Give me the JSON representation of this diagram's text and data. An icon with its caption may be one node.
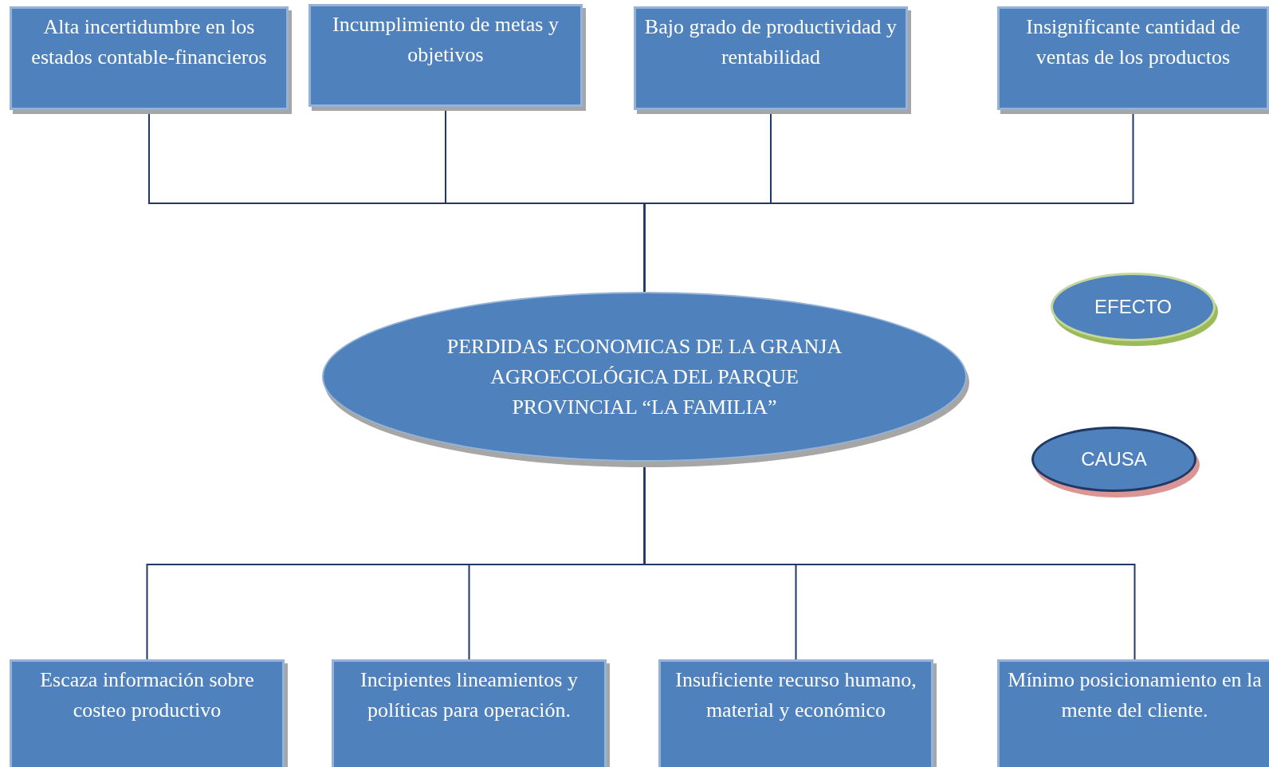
{
  "diagram": {
    "nodes": [
      {
        "text": [
          "Alta incertidumbre en los estados contable-financieros"
        ]
      },
      {
        "text": [
          "Incumplimiento de metas y objetivos"
        ]
      },
      {
        "text": [
          "Bajo grado de productividad y rentabilidad"
        ]
      },
      {
        "text": [
          "Insignificante cantidad de ventas de los productos"
        ]
      },
      {
        "text": [
          "PERDIDAS ECONOMICAS DE LA GRANJA AGROECOLÓGICA DEL PARQUE PROVINCIAL “LA FAMILIA”"
        ]
      },
      {
        "text": [
          "EFECTO"
        ]
      },
      {
        "text": [
          "CAUSA"
        ]
      },
      {
        "text": [
          "Escaza información sobre costeo productivo"
        ]
      },
      {
        "text": [
          "Incipientes lineamientos y políticas para operación."
        ]
      },
      {
        "text": [
          "Insuficiente recurso humano, material y económico"
        ]
      },
      {
        "text": [
          "Mínimo posicionamiento en la mente del cliente."
        ]
      }
    ],
    "edges": [
      {
        "from": 0,
        "to": 4,
        "arrow": "none"
      },
      {
        "from": 1,
        "to": 4,
        "arrow": "none"
      },
      {
        "from": 2,
        "to": 4,
        "arrow": "none"
      },
      {
        "from": 3,
        "to": 4,
        "arrow": "none"
      },
      {
        "from": 4,
        "to": 7,
        "arrow": "none"
      },
      {
        "from": 4,
        "to": 8,
        "arrow": "none"
      },
      {
        "from": 4,
        "to": 9,
        "arrow": "none"
      },
      {
        "from": 4,
        "to": 10,
        "arrow": "none"
      }
    ]
  }
}
